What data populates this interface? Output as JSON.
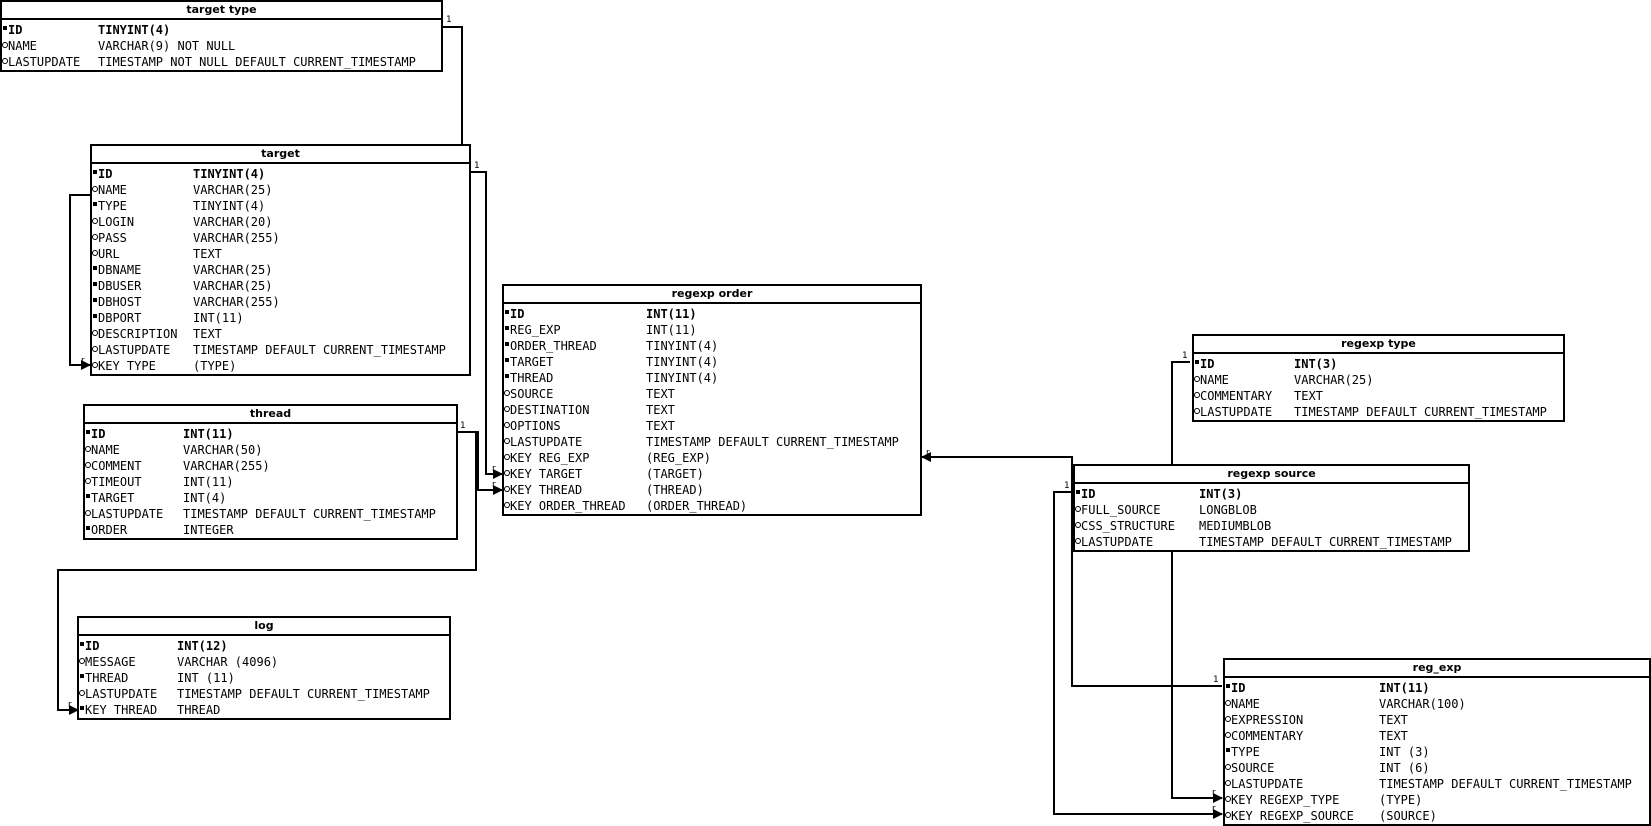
{
  "tables": {
    "target_type": {
      "title": "target type",
      "rows": [
        {
          "name": "ID",
          "type": "TINYINT(4)",
          "pk": true,
          "marker": "filled"
        },
        {
          "name": "NAME",
          "type": "VARCHAR(9) NOT NULL",
          "pk": false,
          "marker": "hollow"
        },
        {
          "name": "LASTUPDATE",
          "type": "TIMESTAMP NOT NULL DEFAULT CURRENT_TIMESTAMP",
          "pk": false,
          "marker": "hollow"
        }
      ]
    },
    "target": {
      "title": "target",
      "rows": [
        {
          "name": "ID",
          "type": "TINYINT(4)",
          "pk": true,
          "marker": "filled"
        },
        {
          "name": "NAME",
          "type": "VARCHAR(25)",
          "pk": false,
          "marker": "hollow"
        },
        {
          "name": "TYPE",
          "type": "TINYINT(4)",
          "pk": false,
          "marker": "filled"
        },
        {
          "name": "LOGIN",
          "type": "VARCHAR(20)",
          "pk": false,
          "marker": "hollow"
        },
        {
          "name": "PASS",
          "type": "VARCHAR(255)",
          "pk": false,
          "marker": "hollow"
        },
        {
          "name": "URL",
          "type": "TEXT",
          "pk": false,
          "marker": "hollow"
        },
        {
          "name": "DBNAME",
          "type": "VARCHAR(25)",
          "pk": false,
          "marker": "filled"
        },
        {
          "name": "DBUSER",
          "type": "VARCHAR(25)",
          "pk": false,
          "marker": "filled"
        },
        {
          "name": "DBHOST",
          "type": "VARCHAR(255)",
          "pk": false,
          "marker": "filled"
        },
        {
          "name": "DBPORT",
          "type": "INT(11)",
          "pk": false,
          "marker": "filled"
        },
        {
          "name": "DESCRIPTION",
          "type": "TEXT",
          "pk": false,
          "marker": "hollow"
        },
        {
          "name": "LASTUPDATE",
          "type": "TIMESTAMP DEFAULT CURRENT_TIMESTAMP",
          "pk": false,
          "marker": "hollow"
        },
        {
          "name": "KEY TYPE",
          "type": "(TYPE)",
          "pk": false,
          "marker": "hollow"
        }
      ]
    },
    "thread": {
      "title": "thread",
      "rows": [
        {
          "name": "ID",
          "type": "INT(11)",
          "pk": true,
          "marker": "filled"
        },
        {
          "name": "NAME",
          "type": "VARCHAR(50)",
          "pk": false,
          "marker": "hollow"
        },
        {
          "name": "COMMENT",
          "type": "VARCHAR(255)",
          "pk": false,
          "marker": "hollow"
        },
        {
          "name": "TIMEOUT",
          "type": "INT(11)",
          "pk": false,
          "marker": "hollow"
        },
        {
          "name": "TARGET",
          "type": "INT(4)",
          "pk": false,
          "marker": "filled"
        },
        {
          "name": "LASTUPDATE",
          "type": "TIMESTAMP DEFAULT CURRENT_TIMESTAMP",
          "pk": false,
          "marker": "hollow"
        },
        {
          "name": "ORDER",
          "type": "INTEGER",
          "pk": false,
          "marker": "filled"
        }
      ]
    },
    "log": {
      "title": "log",
      "rows": [
        {
          "name": "ID",
          "type": "INT(12)",
          "pk": true,
          "marker": "filled"
        },
        {
          "name": "MESSAGE",
          "type": "VARCHAR (4096)",
          "pk": false,
          "marker": "hollow"
        },
        {
          "name": "THREAD",
          "type": "INT (11)",
          "pk": false,
          "marker": "filled"
        },
        {
          "name": "LASTUPDATE",
          "type": "TIMESTAMP DEFAULT CURRENT_TIMESTAMP",
          "pk": false,
          "marker": "hollow"
        },
        {
          "name": "KEY THREAD",
          "type": "THREAD",
          "pk": false,
          "marker": "filled"
        }
      ]
    },
    "regexp_order": {
      "title": "regexp order",
      "rows": [
        {
          "name": "ID",
          "type": "INT(11)",
          "pk": true,
          "marker": "filled"
        },
        {
          "name": "REG_EXP",
          "type": "INT(11)",
          "pk": false,
          "marker": "filled"
        },
        {
          "name": "ORDER_THREAD",
          "type": "TINYINT(4)",
          "pk": false,
          "marker": "filled"
        },
        {
          "name": "TARGET",
          "type": "TINYINT(4)",
          "pk": false,
          "marker": "filled"
        },
        {
          "name": "THREAD",
          "type": "TINYINT(4)",
          "pk": false,
          "marker": "filled"
        },
        {
          "name": "SOURCE",
          "type": "TEXT",
          "pk": false,
          "marker": "hollow"
        },
        {
          "name": "DESTINATION",
          "type": "TEXT",
          "pk": false,
          "marker": "hollow"
        },
        {
          "name": "OPTIONS",
          "type": "TEXT",
          "pk": false,
          "marker": "hollow"
        },
        {
          "name": "LASTUPDATE",
          "type": "TIMESTAMP DEFAULT CURRENT_TIMESTAMP",
          "pk": false,
          "marker": "hollow"
        },
        {
          "name": "KEY REG_EXP",
          "type": "(REG_EXP)",
          "pk": false,
          "marker": "hollow"
        },
        {
          "name": "KEY TARGET",
          "type": "(TARGET)",
          "pk": false,
          "marker": "hollow"
        },
        {
          "name": "KEY THREAD",
          "type": "(THREAD)",
          "pk": false,
          "marker": "hollow"
        },
        {
          "name": "KEY ORDER_THREAD",
          "type": "(ORDER_THREAD)",
          "pk": false,
          "marker": "hollow"
        }
      ]
    },
    "regexp_type": {
      "title": "regexp type",
      "rows": [
        {
          "name": "ID",
          "type": "INT(3)",
          "pk": true,
          "marker": "filled"
        },
        {
          "name": "NAME",
          "type": "VARCHAR(25)",
          "pk": false,
          "marker": "hollow"
        },
        {
          "name": "COMMENTARY",
          "type": "TEXT",
          "pk": false,
          "marker": "hollow"
        },
        {
          "name": "LASTUPDATE",
          "type": "TIMESTAMP DEFAULT CURRENT_TIMESTAMP",
          "pk": false,
          "marker": "hollow"
        }
      ]
    },
    "regexp_source": {
      "title": "regexp source",
      "rows": [
        {
          "name": "ID",
          "type": "INT(3)",
          "pk": true,
          "marker": "filled"
        },
        {
          "name": "FULL_SOURCE",
          "type": "LONGBLOB",
          "pk": false,
          "marker": "hollow"
        },
        {
          "name": "CSS_STRUCTURE",
          "type": "MEDIUMBLOB",
          "pk": false,
          "marker": "hollow"
        },
        {
          "name": "LASTUPDATE",
          "type": "TIMESTAMP DEFAULT CURRENT_TIMESTAMP",
          "pk": false,
          "marker": "hollow"
        }
      ]
    },
    "reg_exp": {
      "title": "reg_exp",
      "rows": [
        {
          "name": "ID",
          "type": "INT(11)",
          "pk": true,
          "marker": "filled"
        },
        {
          "name": "NAME",
          "type": "VARCHAR(100)",
          "pk": false,
          "marker": "hollow"
        },
        {
          "name": "EXPRESSION",
          "type": "TEXT",
          "pk": false,
          "marker": "hollow"
        },
        {
          "name": "COMMENTARY",
          "type": "TEXT",
          "pk": false,
          "marker": "hollow"
        },
        {
          "name": "TYPE",
          "type": "INT (3)",
          "pk": false,
          "marker": "filled"
        },
        {
          "name": "SOURCE",
          "type": "INT (6)",
          "pk": false,
          "marker": "hollow"
        },
        {
          "name": "LASTUPDATE",
          "type": "TIMESTAMP DEFAULT CURRENT_TIMESTAMP",
          "pk": false,
          "marker": "hollow"
        },
        {
          "name": "KEY REGEXP_TYPE",
          "type": "(TYPE)",
          "pk": false,
          "marker": "hollow"
        },
        {
          "name": "KEY REGEXP_SOURCE",
          "type": "(SOURCE)",
          "pk": false,
          "marker": "hollow"
        }
      ]
    }
  },
  "cardinality": {
    "one": "1",
    "many": "r"
  },
  "colors": {
    "line": "#000000",
    "background": "#ffffff"
  }
}
